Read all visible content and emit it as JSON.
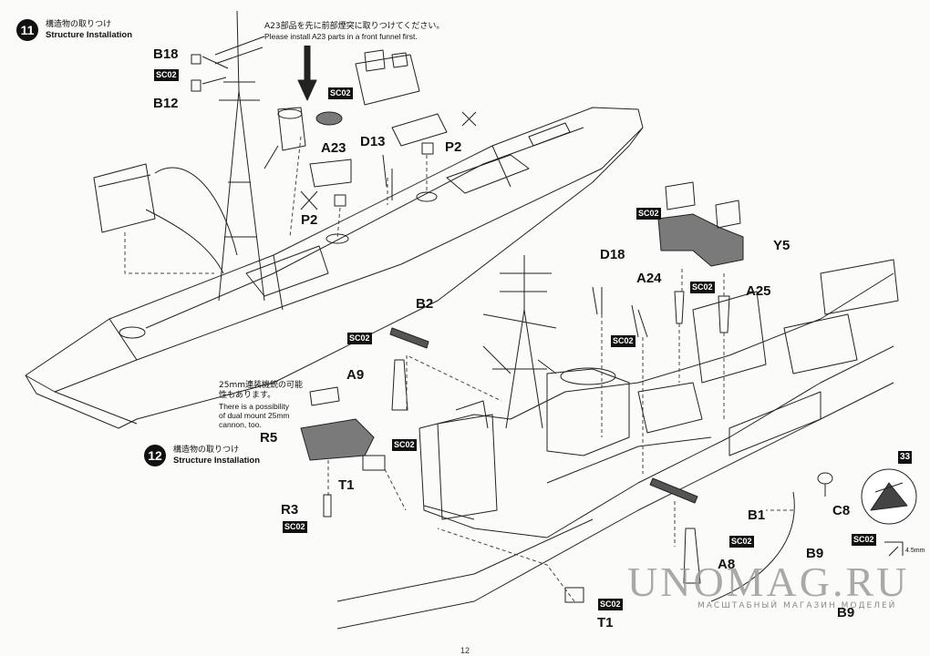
{
  "step11": {
    "number": "11",
    "title_jp": "構造物の取りつけ",
    "title_en": "Structure Installation",
    "note_jp": "A23部品を先に前部煙突に取りつけてください。",
    "note_en": "Please install A23 parts in a front funnel first."
  },
  "step12": {
    "number": "12",
    "title_jp": "構造物の取りつけ",
    "title_en": "Structure Installation",
    "note_jp_1": "25mm連装機銃の可能",
    "note_jp_2": "性もあります。",
    "note_en_1": "There is a possibility",
    "note_en_2": "of dual mount 25mm",
    "note_en_3": "cannon, too."
  },
  "parts": {
    "b18": "B18",
    "b12": "B12",
    "a23": "A23",
    "d13": "D13",
    "p2_top": "P2",
    "p2_low": "P2",
    "d18": "D18",
    "a24": "A24",
    "a25": "A25",
    "y5": "Y5",
    "b2": "B2",
    "a9": "A9",
    "r5": "R5",
    "t1_top": "T1",
    "r3": "R3",
    "c8": "C8",
    "b1": "B1",
    "b9_top": "B9",
    "a8": "A8",
    "t1_bottom": "T1",
    "b9_bottom": "B9"
  },
  "paint": {
    "code": "SC02"
  },
  "inset": {
    "number": "33",
    "measure": "4.5mm"
  },
  "watermark": {
    "title": "UNOMAG.RU",
    "subtitle": "МАСШТАБНЫЙ МАГАЗИН МОДЕЛЕЙ"
  },
  "page_number": "12",
  "colors": {
    "ink": "#111111",
    "gray_part": "#7a7a7a",
    "watermark": "#9b9b9b"
  }
}
